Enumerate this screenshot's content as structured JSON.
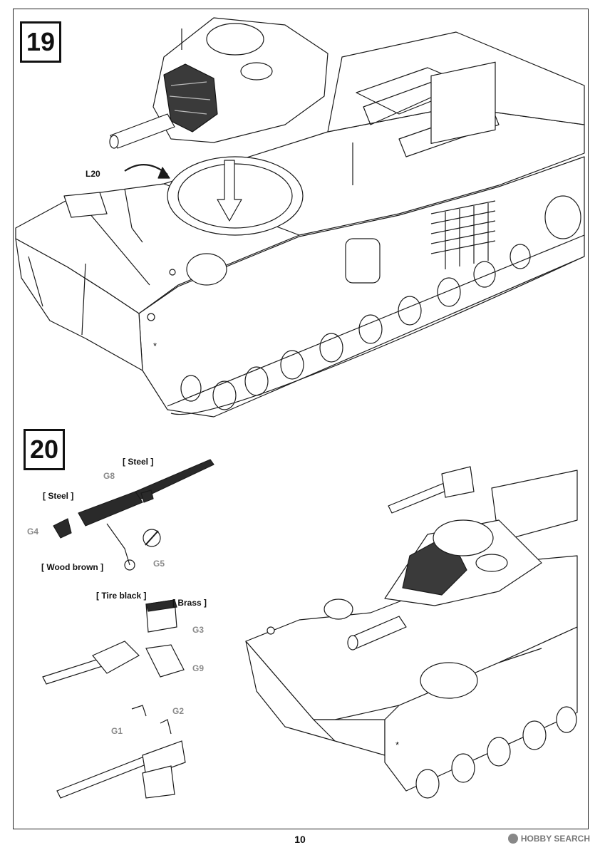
{
  "page": {
    "number": "10"
  },
  "watermark": {
    "text": "HOBBY SEARCH"
  },
  "step19": {
    "number": "19",
    "part_labels": {
      "turret_rotation": "L20"
    }
  },
  "step20": {
    "number": "20",
    "paint_labels": {
      "steel_barrel": "[ Steel ]",
      "steel_grip": "[ Steel ]",
      "wood_brown": "[ Wood brown ]",
      "tire_black": "[ Tire black ]",
      "brass": "[ Brass ]"
    },
    "part_labels": {
      "g8": "G8",
      "g4": "G4",
      "g5": "G5",
      "g3": "G3",
      "g9": "G9",
      "g1": "G1",
      "g2": "G2"
    }
  },
  "colors": {
    "line": "#1a1a1a",
    "part_fill": "#ffffff",
    "dark_part": "#2a2a2a",
    "tarp": "#3a3a3a"
  }
}
